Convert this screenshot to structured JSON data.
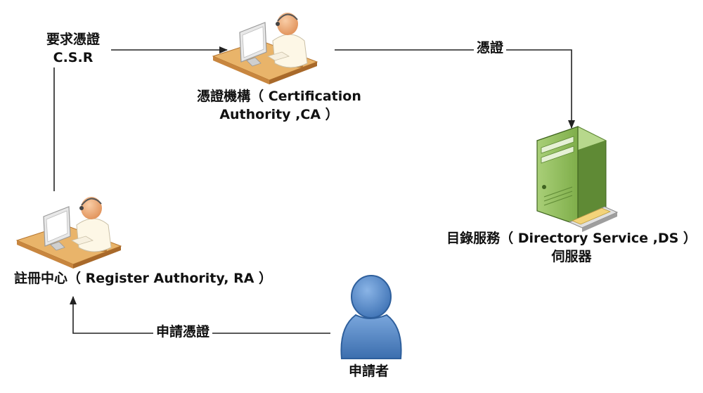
{
  "nodes": {
    "ca": {
      "label_line1": "憑證機構（ Certification",
      "label_line2": "Authority ,CA ）",
      "icon": "operator-workstation-icon"
    },
    "ra": {
      "label": "註冊中心（ Register Authority, RA ）",
      "icon": "operator-workstation-icon"
    },
    "ds": {
      "label_line1": "目錄服務（ Directory Service ,DS ）",
      "label_line2": "伺服器",
      "icon": "server-tower-icon"
    },
    "applicant": {
      "label": "申請者",
      "icon": "user-person-icon"
    }
  },
  "edges": {
    "ra_to_ca": {
      "label_line1": "要求憑證",
      "label_line2": "C.S.R"
    },
    "ca_to_ds": {
      "label": "憑證"
    },
    "applicant_to_ra": {
      "label": "申請憑證"
    }
  },
  "colors": {
    "desk_top": "#e9b46a",
    "desk_edge": "#b5752f",
    "skin": "#f2b07f",
    "shirt": "#fdf7e6",
    "monitor": "#e8e8e8",
    "server_green": "#8cb857",
    "server_dark": "#5f8a35",
    "person_blue": "#5b8fcf",
    "person_dark": "#2e5f9c",
    "arrow": "#222222"
  }
}
